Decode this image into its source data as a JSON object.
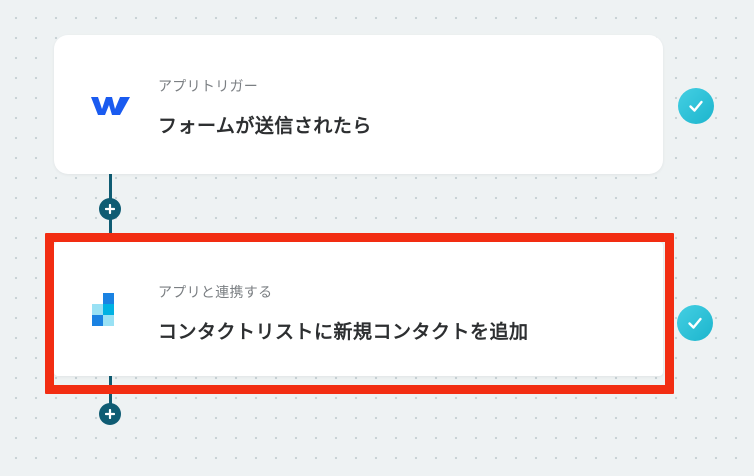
{
  "steps": [
    {
      "app_icon": "webflow-icon",
      "label": "アプリトリガー",
      "title": "フォームが送信されたら",
      "status_icon": "check-icon",
      "status": "completed"
    },
    {
      "app_icon": "sendgrid-icon",
      "label": "アプリと連携する",
      "title": "コンタクトリストに新規コンタクトを追加",
      "status_icon": "check-icon",
      "status": "completed"
    }
  ],
  "colors": {
    "connector": "#0f5c73",
    "check": "#1cb5cd",
    "highlight": "#f22d12",
    "webflow": "#1a5bf0",
    "sendgrid": "#1a82e2"
  }
}
